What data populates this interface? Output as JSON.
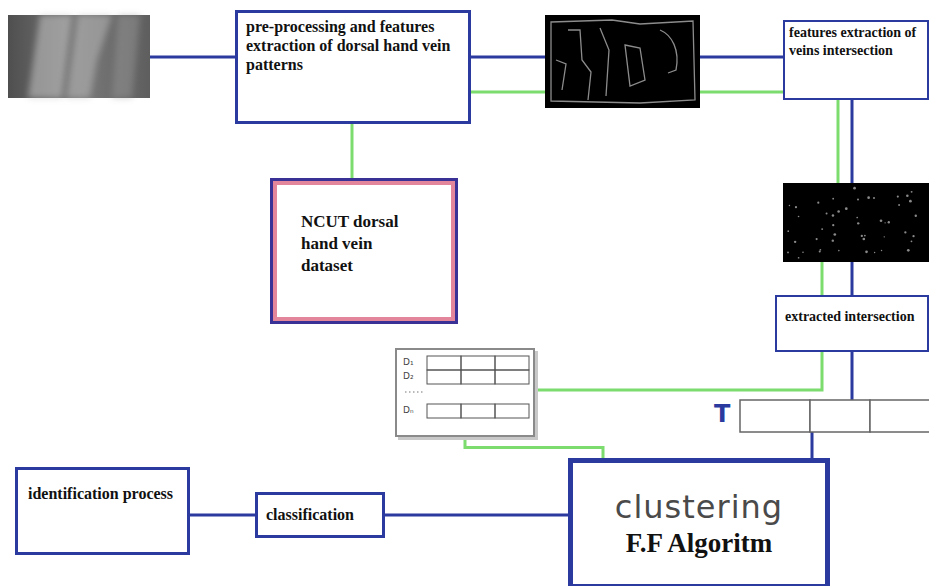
{
  "diagram": {
    "nodes": [
      {
        "text": [
          "pre-processing and features extraction of dorsal hand vein patterns"
        ]
      },
      {
        "text": [
          "NCUT dorsal hand vein dataset"
        ]
      },
      {
        "text": [
          "features extraction of veins intersection"
        ]
      },
      {
        "text": [
          "extracted intersection"
        ]
      },
      {
        "text": [
          "D₁",
          "D₂",
          "Dₙ"
        ]
      },
      {
        "text": [
          "clustering",
          "F.F Algoritm"
        ]
      },
      {
        "text": [
          "classification"
        ]
      },
      {
        "text": [
          "identification process"
        ]
      }
    ],
    "edges": [
      {
        "from": 0,
        "to": 2,
        "arrow": "none"
      },
      {
        "from": 0,
        "to": 1,
        "arrow": "none"
      },
      {
        "from": 2,
        "to": 3,
        "arrow": "none"
      },
      {
        "from": 3,
        "to": 4,
        "arrow": "none"
      },
      {
        "from": 3,
        "to": 5,
        "arrow": "none"
      },
      {
        "from": 4,
        "to": 5,
        "arrow": "none"
      },
      {
        "from": 5,
        "to": 6,
        "arrow": "none"
      },
      {
        "from": 6,
        "to": 7,
        "arrow": "none"
      }
    ],
    "labels": [
      "T"
    ]
  }
}
